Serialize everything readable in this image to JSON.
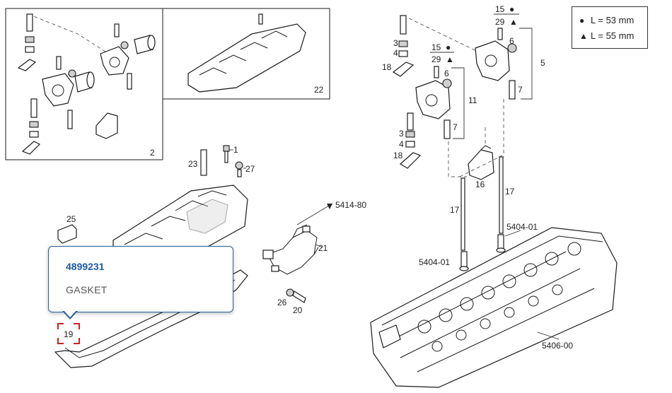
{
  "legend": {
    "dot_symbol": "●",
    "dot_text": "L = 53 mm",
    "triangle_symbol": "▲",
    "triangle_text": "L = 55 mm"
  },
  "tooltip": {
    "part_number": "4899231",
    "description": "GASKET"
  },
  "callouts": {
    "c1": "1",
    "c2": "2",
    "c3a": "3",
    "c3b": "3",
    "c4a": "4",
    "c4b": "4",
    "c5": "5",
    "c6a": "6",
    "c6b": "6",
    "c7a": "7",
    "c7b": "7",
    "c11": "11",
    "c15a": "15",
    "c15b": "15",
    "c16": "16",
    "c17a": "17",
    "c17b": "17",
    "c18a": "18",
    "c18b": "18",
    "c19": "19",
    "c20": "20",
    "c21": "21",
    "c22": "22",
    "c23": "23",
    "c25": "25",
    "c26": "26",
    "c27": "27",
    "c29a": "29",
    "c29b": "29",
    "ref_5414": "5414-80",
    "ref_5404a": "5404-01",
    "ref_5404b": "5404-01",
    "ref_5406": "5406-00"
  },
  "symbols": {
    "dot": "●",
    "triangle": "▲"
  }
}
